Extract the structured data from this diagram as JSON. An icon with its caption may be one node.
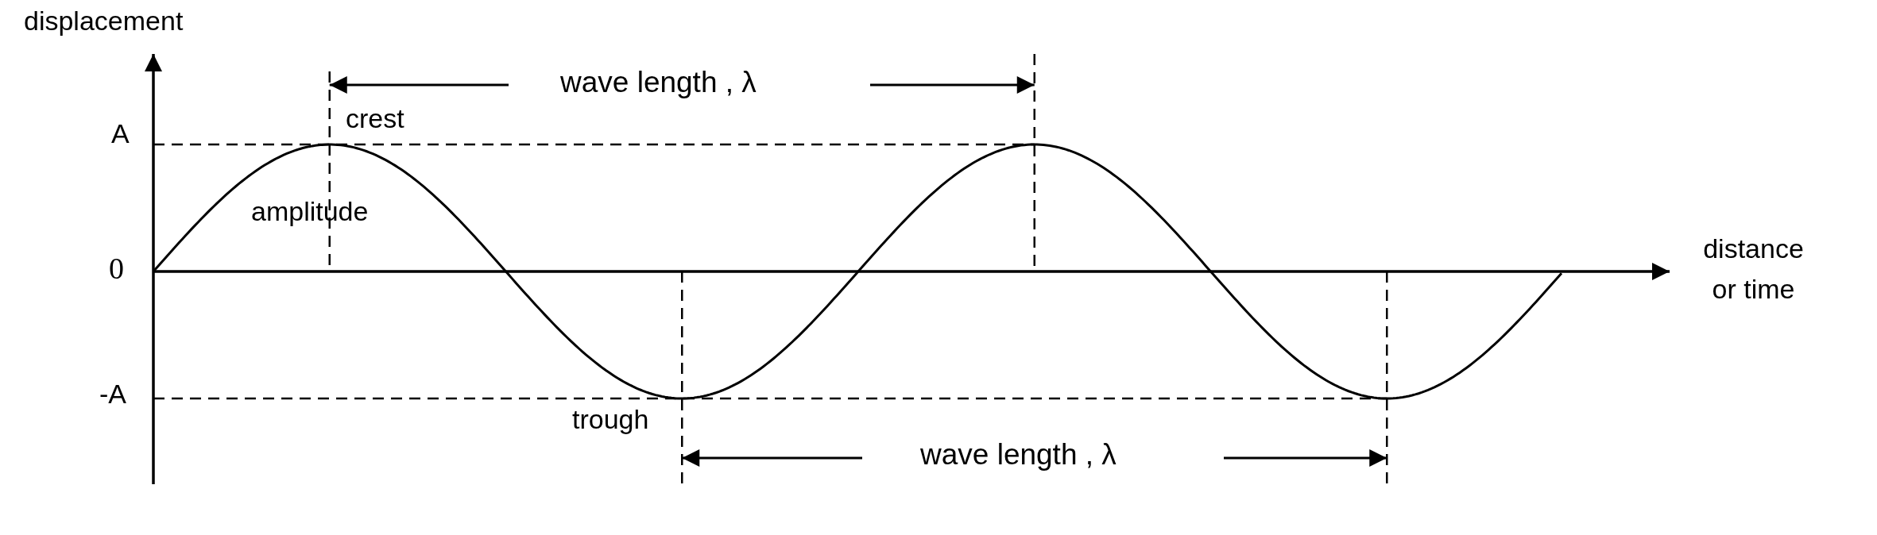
{
  "diagram": {
    "labels": [
      "displacement",
      "wave length , λ",
      "crest",
      "A",
      "amplitude",
      "0",
      "distance or time",
      "-A",
      "trough",
      "wave length , λ"
    ]
  }
}
